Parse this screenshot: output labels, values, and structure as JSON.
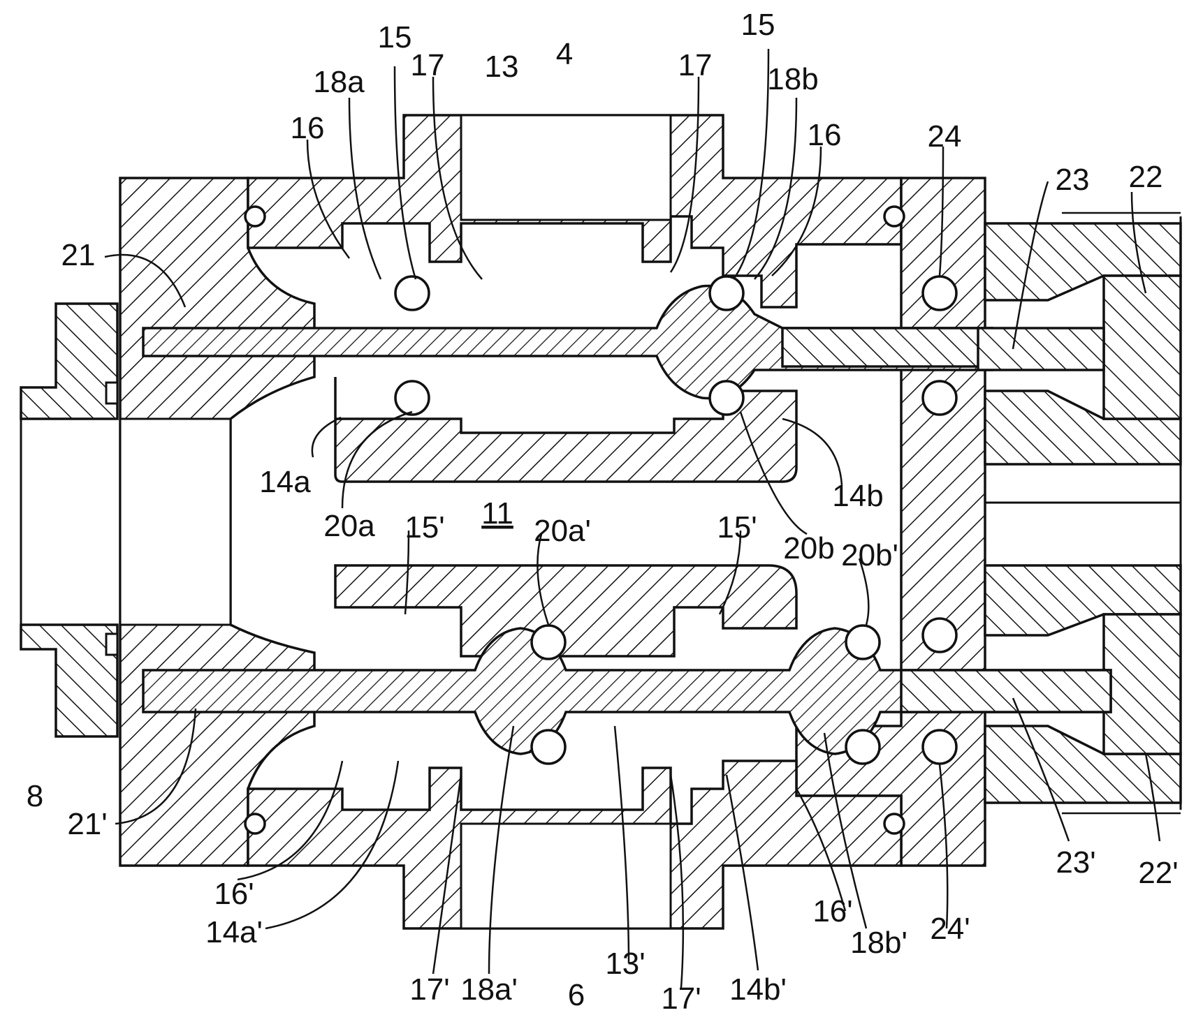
{
  "figure": {
    "colors": {
      "ink": "#111111",
      "paper": "#ffffff"
    },
    "labels": {
      "l4": "4",
      "l6": "6",
      "l8": "8",
      "l11": "11",
      "l13": "13",
      "l13p": "13'",
      "l14a": "14a",
      "l14ap": "14a'",
      "l14b": "14b",
      "l14bp": "14b'",
      "l15_left": "15",
      "l15_right": "15",
      "l15p_left": "15'",
      "l15p_right": "15'",
      "l16_left": "16",
      "l16_right": "16",
      "l16p_left": "16'",
      "l16p_right": "16'",
      "l17_left": "17",
      "l17_right": "17",
      "l17p_left": "17'",
      "l17p_right": "17'",
      "l18a": "18a",
      "l18ap": "18a'",
      "l18b": "18b",
      "l18bp": "18b'",
      "l20a": "20a",
      "l20ap": "20a'",
      "l20b": "20b",
      "l20bp": "20b'",
      "l21": "21",
      "l21p": "21'",
      "l22": "22",
      "l22p": "22'",
      "l23": "23",
      "l23p": "23'",
      "l24": "24",
      "l24p": "24'"
    }
  }
}
